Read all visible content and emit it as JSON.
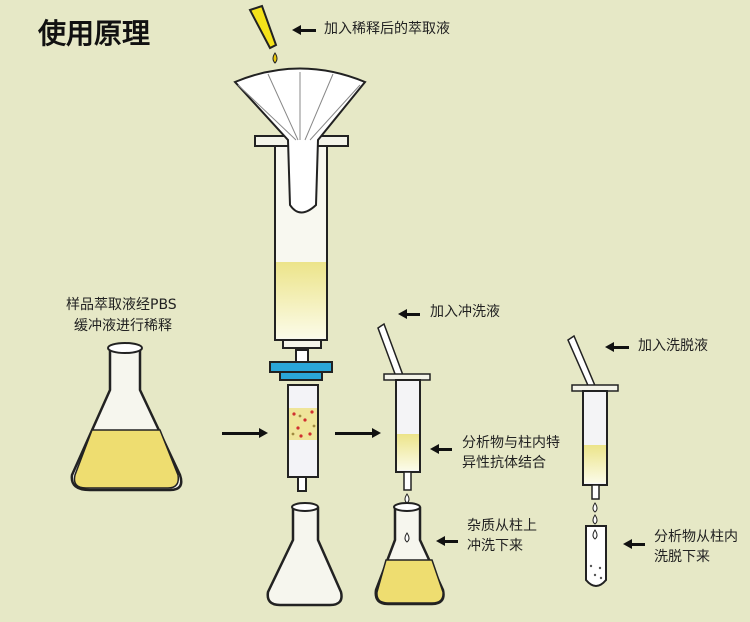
{
  "title": "使用原理",
  "labels": {
    "add_extract": "加入稀释后的萃取液",
    "sample_line1": "样品萃取液经PBS",
    "sample_line2": "缓冲液进行稀释",
    "add_wash": "加入冲洗液",
    "binding_line1": "分析物与柱内特",
    "binding_line2": "异性抗体结合",
    "impurity_line1": "杂质从柱上",
    "impurity_line2": "冲洗下来",
    "add_elute": "加入洗脱液",
    "elute_line1": "分析物从柱内",
    "elute_line2": "洗脱下来"
  },
  "colors": {
    "background": "#e6e8c6",
    "liquid": "#f0e590",
    "fitting": "#2aa6d8"
  }
}
